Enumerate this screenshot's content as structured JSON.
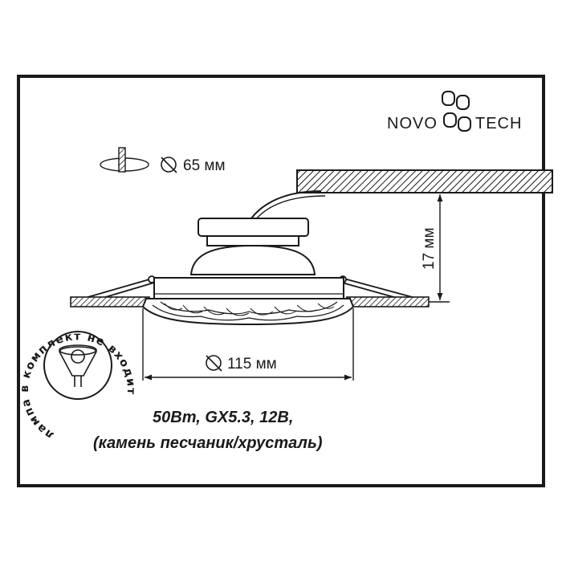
{
  "brand": {
    "name_left": "NOVO",
    "name_right": "TECH"
  },
  "cutout": {
    "label": "65 мм"
  },
  "height": {
    "label": "17 мм"
  },
  "diameter": {
    "label": "115 мм"
  },
  "lamp_note": {
    "text": "лампа в комплект не входит"
  },
  "specs": {
    "line1": "50Вт, GX5.3, 12В,",
    "line2": "(камень песчаник/хрусталь)"
  },
  "colors": {
    "ink": "#1a1a1a",
    "frame": "#1a1a1a",
    "hatch_bg": "#ffffff"
  }
}
